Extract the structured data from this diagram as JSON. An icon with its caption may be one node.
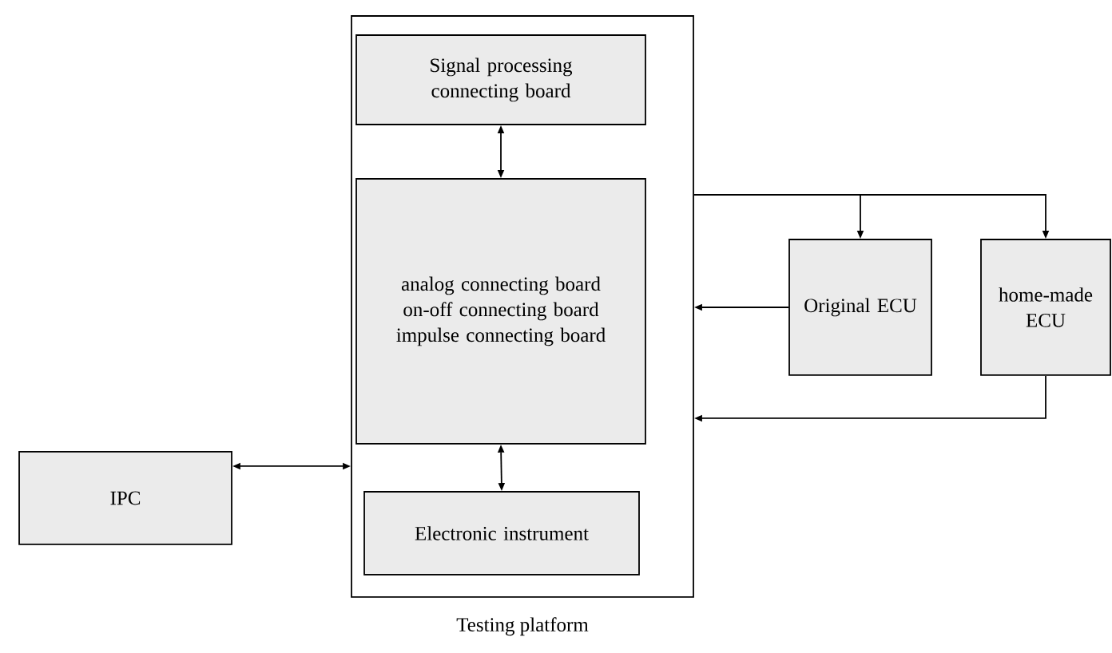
{
  "diagram": {
    "nodes": [
      {
        "text": [
          "IPC"
        ]
      },
      {
        "text": [
          "Testing platform"
        ]
      },
      {
        "text": [
          "Signal processing connecting board"
        ],
        "in": 1
      },
      {
        "text": [
          "analog connecting board on-off connecting board impulse connecting board"
        ],
        "in": 1
      },
      {
        "text": [
          "Electronic instrument"
        ],
        "in": 1
      },
      {
        "text": [
          "Original ECU"
        ]
      },
      {
        "text": [
          "home-made ECU"
        ]
      }
    ],
    "edges": [
      {
        "from": 0,
        "to": 1,
        "arrow": "both"
      },
      {
        "from": 2,
        "to": 3,
        "arrow": "both"
      },
      {
        "from": 3,
        "to": 4,
        "arrow": "both"
      },
      {
        "from": 1,
        "to": 5,
        "arrow": "to"
      },
      {
        "from": 1,
        "to": 6,
        "arrow": "to"
      },
      {
        "from": 5,
        "to": 1,
        "arrow": "to"
      },
      {
        "from": 6,
        "to": 1,
        "arrow": "to"
      }
    ]
  }
}
